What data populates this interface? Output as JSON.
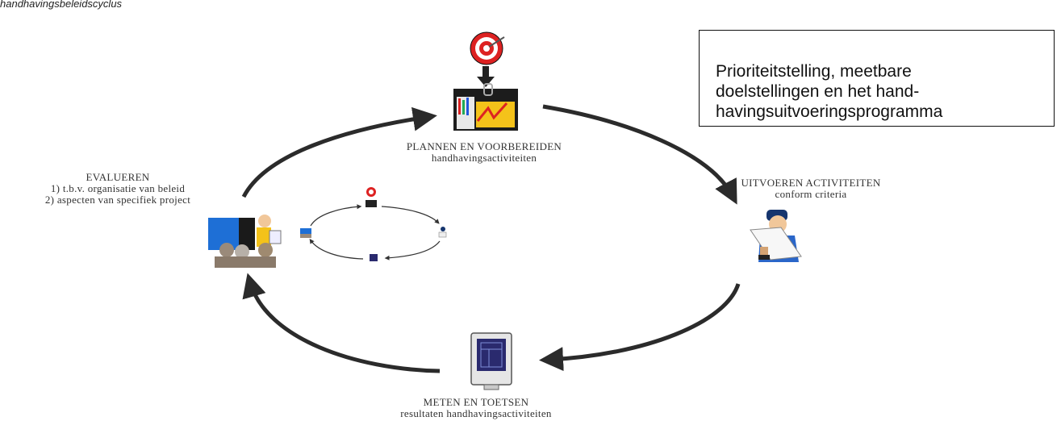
{
  "caption": "handhavingsbeleidscyclus",
  "callout": {
    "lines": [
      "Prioriteitstelling, meetbare",
      "doelstellingen en het hand-",
      "havingsuitvoeringsprogramma"
    ]
  },
  "stages": {
    "plan": {
      "title": "PLANNEN EN VOORBEREIDEN",
      "subtitle": "handhavingsactiviteiten"
    },
    "execute": {
      "title": "UITVOEREN ACTIVITEITEN",
      "subtitle": "conform criteria"
    },
    "measure": {
      "title": "METEN EN TOETSEN",
      "subtitle": "resultaten handhavingsactiviteiten"
    },
    "evaluate": {
      "title": "EVALUEREN",
      "line1": "1) t.b.v. organisatie van beleid",
      "line2": "2) aspecten van specifiek project"
    }
  },
  "icons": {
    "plan": "target-and-folder-icon",
    "execute": "worker-with-paper-icon",
    "measure": "computer-monitor-icon",
    "evaluate": "meeting-presentation-icon"
  },
  "colors": {
    "ink": "#2b2b2b",
    "callout_border": "#111111",
    "screen_blue": "#1e6fd6"
  }
}
